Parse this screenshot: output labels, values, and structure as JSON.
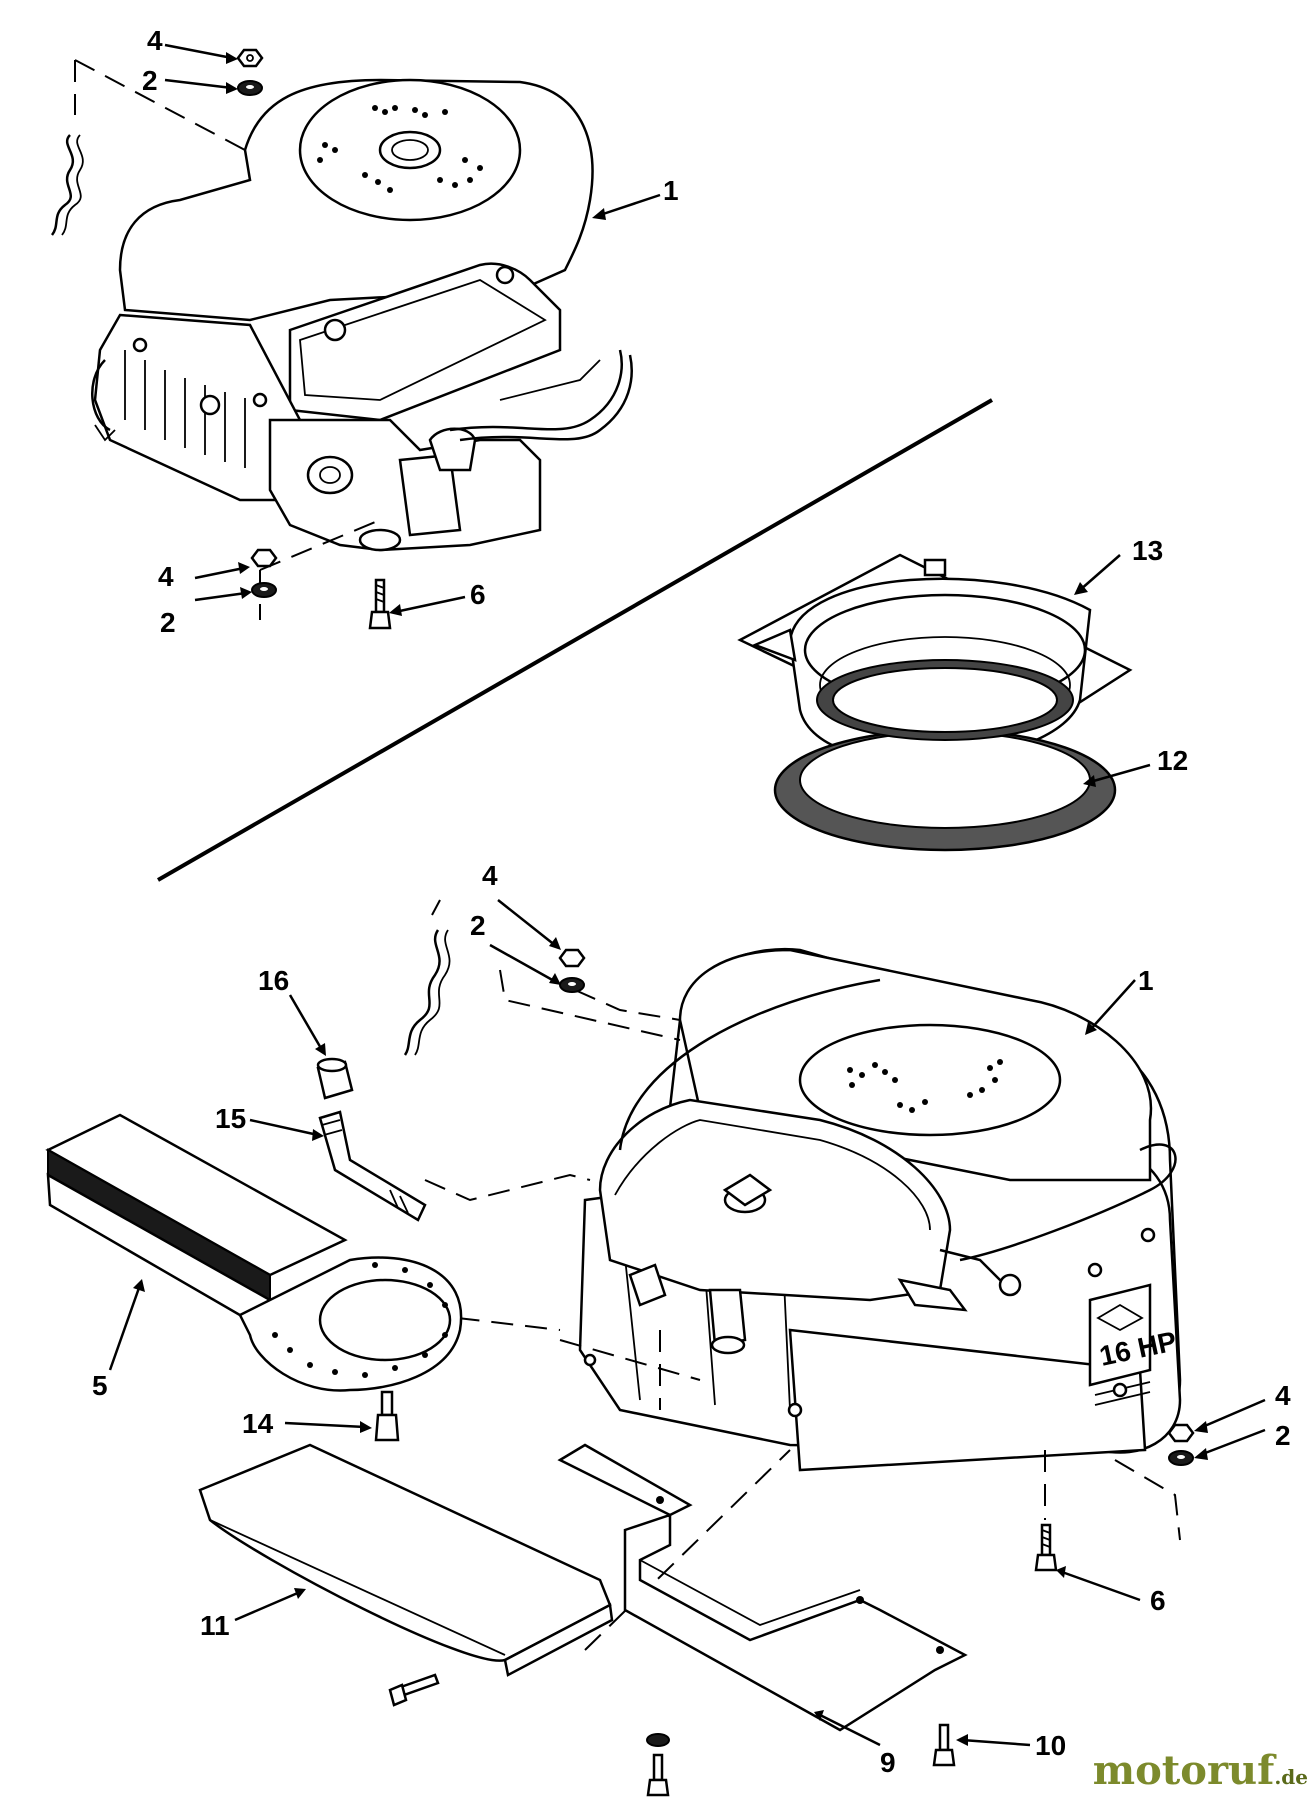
{
  "callouts": {
    "top_4": "4",
    "top_2": "2",
    "top_1": "1",
    "mid_4": "4",
    "mid_2": "2",
    "top_6": "6",
    "c13": "13",
    "c12": "12",
    "low_4": "4",
    "low_2": "2",
    "low_1": "1",
    "c16": "16",
    "c15": "15",
    "c5": "5",
    "c14": "14",
    "r_4": "4",
    "r_2": "2",
    "low_6": "6",
    "c11": "11",
    "c9": "9",
    "c10": "10"
  },
  "engine_badge": "16 HP",
  "watermark": {
    "main": "motoruf",
    "tld": ".de"
  }
}
